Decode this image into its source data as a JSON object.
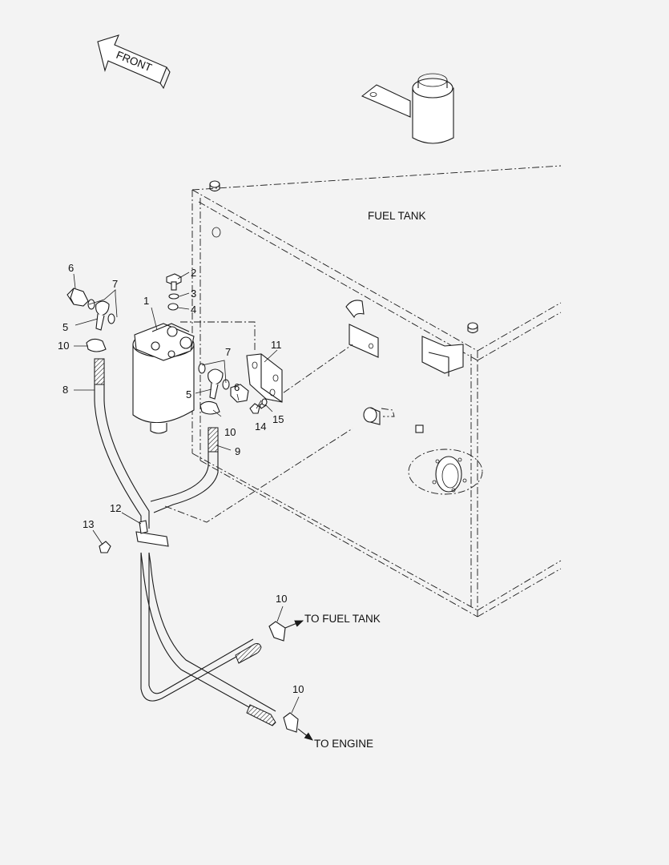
{
  "arrow_text": "FRONT",
  "tank_label": "FUEL TANK",
  "to_fuel_tank": "TO FUEL TANK",
  "to_engine": "TO ENGINE",
  "callouts": {
    "c1": "1",
    "c2": "2",
    "c3": "3",
    "c4": "4",
    "c5a": "5",
    "c5b": "5",
    "c6a": "6",
    "c6b": "6",
    "c7a": "7",
    "c7b": "7",
    "c8": "8",
    "c9": "9",
    "c10a": "10",
    "c10b": "10",
    "c10c": "10",
    "c10d": "10",
    "c11": "11",
    "c12": "12",
    "c13": "13",
    "c14": "14",
    "c15": "15"
  }
}
